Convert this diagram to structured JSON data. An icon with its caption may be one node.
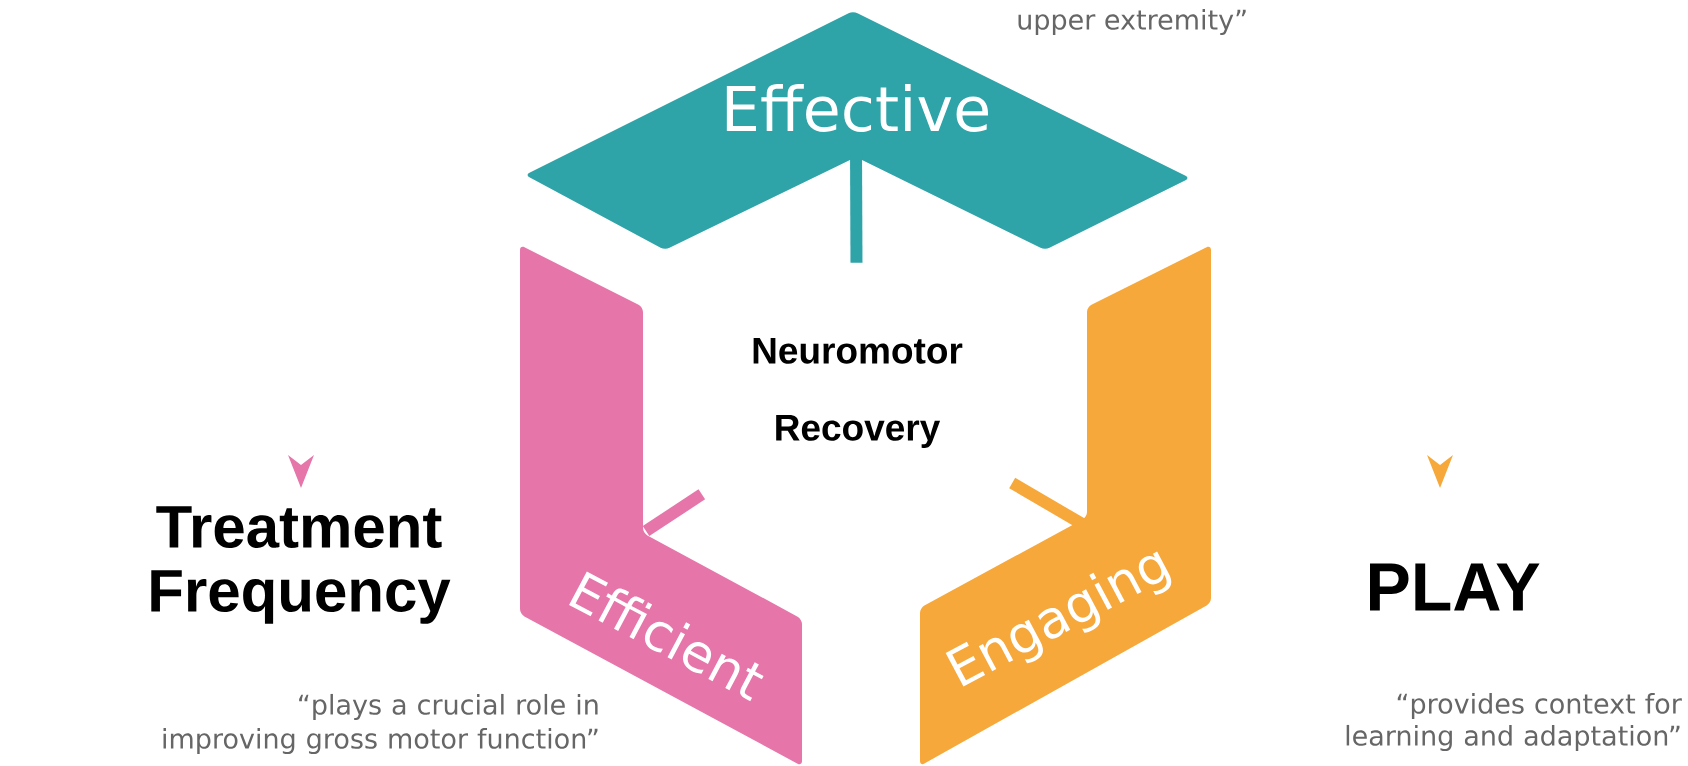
{
  "diagram": {
    "nodes": [
      {
        "text": [
          "Effective"
        ]
      },
      {
        "text": [
          "Neuromotor Recovery"
        ]
      },
      {
        "text": [
          "Efficient"
        ]
      },
      {
        "text": [
          "Engaging"
        ]
      }
    ],
    "edges": [
      {
        "from": 0,
        "to": 1,
        "arrow": "none",
        "color": "#2ea3a8"
      },
      {
        "from": 2,
        "to": 1,
        "arrow": "none",
        "color": "#e675aa"
      },
      {
        "from": 3,
        "to": 1,
        "arrow": "none",
        "color": "#f7a83b"
      }
    ],
    "labels": [
      "upper extremity”",
      "Treatment Frequency",
      "PLAY",
      "“plays a crucial role in improving gross motor function”",
      "“provides context for learning and adaptation”"
    ]
  }
}
